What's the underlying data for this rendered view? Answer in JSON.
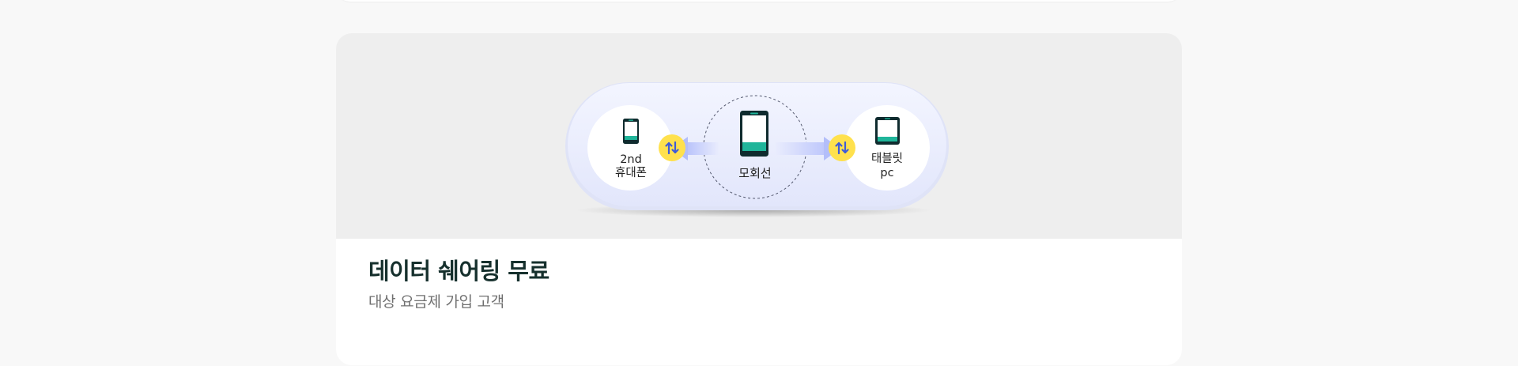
{
  "card": {
    "title": "데이터 쉐어링 무료",
    "subtitle": "대상 요금제 가입 고객",
    "diagram": {
      "left_device": {
        "label_line1": "2nd",
        "label_line2": "휴대폰",
        "icon": "phone-icon"
      },
      "center_device": {
        "label": "모회선",
        "icon": "phone-icon"
      },
      "right_device": {
        "label_line1": "태블릿",
        "label_line2": "pc",
        "icon": "tablet-icon"
      },
      "sync_icon": "up-down-arrows-icon"
    },
    "colors": {
      "accent_teal": "#1fb59a",
      "device_dark": "#0f2b2e",
      "badge_yellow": "#ffe14d",
      "badge_arrow": "#3f5bd8",
      "pill_bg": "#e9ecfd"
    }
  }
}
